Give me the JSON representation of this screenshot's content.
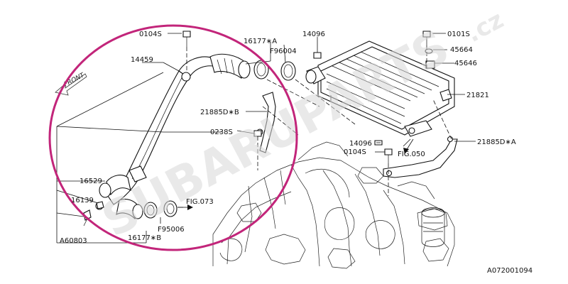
{
  "watermark": {
    "main": "SUBARUPARTS",
    "suffix": ".cz"
  },
  "diagram_code": "A072001094",
  "front_label": "FRONT",
  "labels": {
    "p0104s_top": "0104S",
    "p16177a": "16177∗A",
    "p14096_top": "14096",
    "p0101s": "0101S",
    "p45664": "45664",
    "p45646": "45646",
    "p14459": "14459",
    "pF96004": "F96004",
    "p21821": "21821",
    "p21885b": "21885D∗B",
    "p0238s": "0238S",
    "p14096_mid": "14096",
    "p0104s_mid": "0104S",
    "p21885a": "21885D∗A",
    "fig050": "FIG.050",
    "p16529": "16529",
    "p16139": "16139",
    "fig073": "FIG.073",
    "pF95006": "F95006",
    "pA60803": "A60803",
    "p16177b": "16177∗B"
  },
  "colors": {
    "highlight_circle": "#c2257a",
    "watermark": "#d8d8d8",
    "ink": "#111111"
  }
}
